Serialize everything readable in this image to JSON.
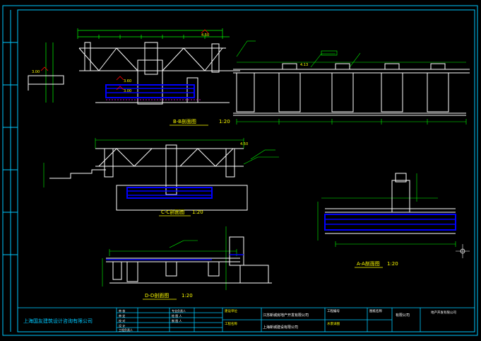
{
  "colors": {
    "background": "#000000",
    "frame": "#00c8ff",
    "structure": "#ffffff",
    "dimension": "#00ff00",
    "annotation": "#ffff00",
    "water": "#0000ff",
    "hatch": "#ff00ff",
    "accent_red": "#ff0000"
  },
  "sections": {
    "bb": {
      "title": "B-B剖面图",
      "scale": "1:20"
    },
    "cc": {
      "title": "C-C剖面图",
      "scale": "1:20"
    },
    "dd": {
      "title": "D-D剖面图",
      "scale": "1:20"
    },
    "aa": {
      "title": "A-A剖面图",
      "scale": "1:20"
    }
  },
  "elevations": {
    "bb_top": "4.50",
    "bb_left": "3.00",
    "bb_mid1": "3.60",
    "bb_mid2": "3.00",
    "bb_right": "4.13",
    "cc_top": "4.50"
  },
  "title_block": {
    "company": "上海国友建筑设计咨询有限公司",
    "col1_rows": [
      "审 核",
      "审 定",
      "校 对",
      "设 计",
      "工程负责人"
    ],
    "col2_rows": [
      "专业负责人",
      "绘 图 人",
      "制 图 人",
      "",
      ""
    ],
    "project_label": "建设单位",
    "project_value": "江苏新城房地产开发有限公司",
    "owner_label": "工程名称",
    "owner_value": "上海新城建设有限公司",
    "sheet_label": "工程编号",
    "sheet_value": "水景详图",
    "stage_label": "图纸名称",
    "right_company": "有限公司",
    "far_right_company": "地产开发有限公司"
  }
}
